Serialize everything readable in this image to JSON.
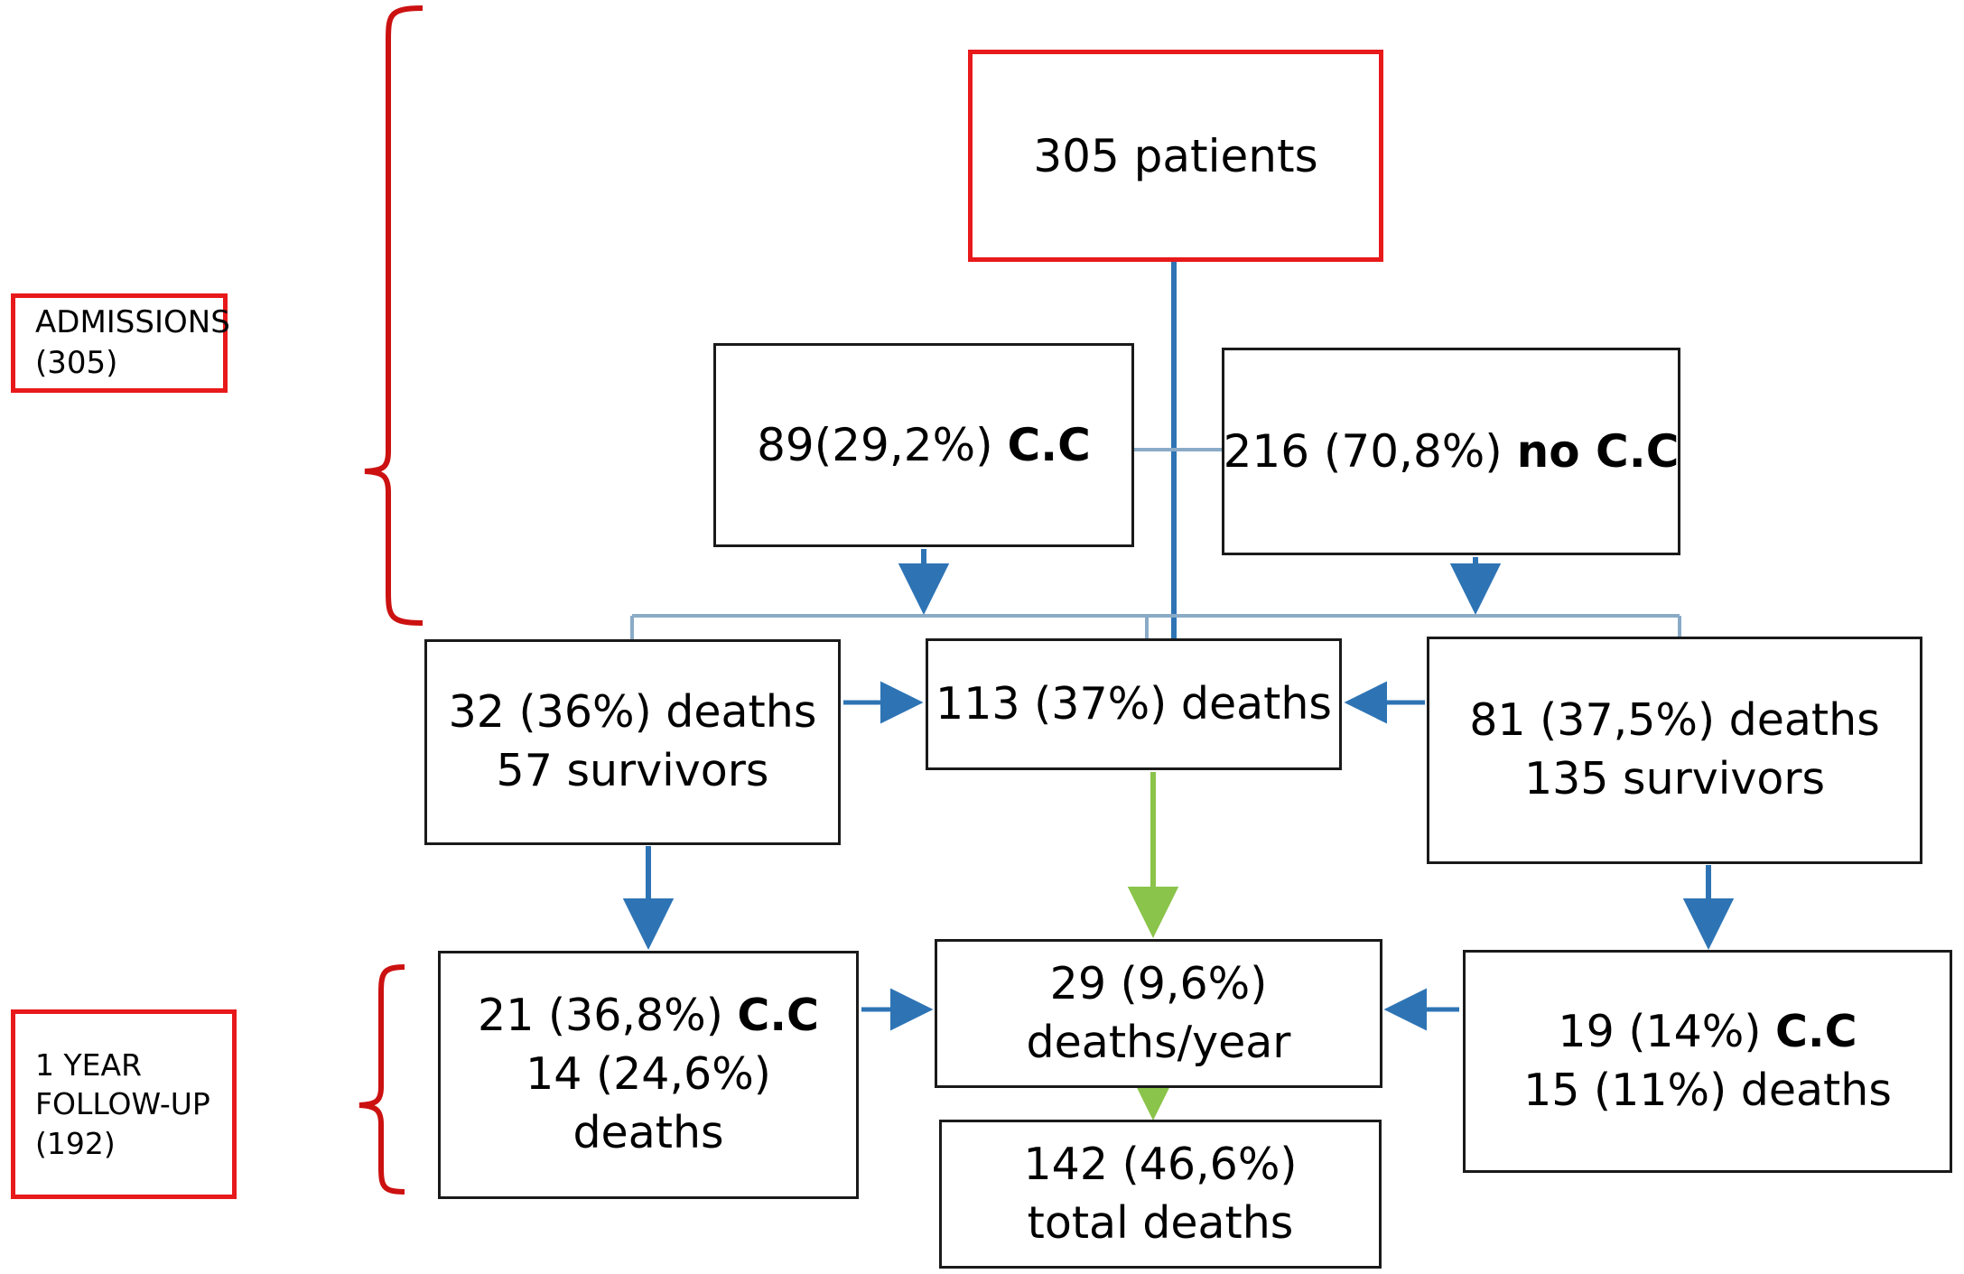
{
  "diagram": {
    "title_flow": "Patient admission and 1-year follow-up flow",
    "colors": {
      "box_border": "#1a1a1a",
      "group_border": "#e8191b",
      "brace": "#e8191b",
      "arrow_blue": "#2e74b5",
      "connector_blue": "#8aabc7",
      "arrow_green": "#8ac44a",
      "text": "#000000"
    },
    "group_labels": [
      {
        "id": "admissions",
        "lines": [
          "ADMISSIONS",
          "(305)"
        ]
      },
      {
        "id": "one-year-follow-up",
        "lines": [
          "1 YEAR",
          "FOLLOW-UP",
          "(192)"
        ]
      }
    ],
    "nodes": [
      {
        "id": "root",
        "lines": [
          {
            "text": "305 patients",
            "bold_tail": ""
          }
        ]
      },
      {
        "id": "cc",
        "lines": [
          {
            "text": "89(29,2%) ",
            "bold_tail": "C.C"
          }
        ]
      },
      {
        "id": "no-cc",
        "lines": [
          {
            "text": "216 (70,8%) ",
            "bold_tail": "no C.C"
          }
        ]
      },
      {
        "id": "cc-outcome",
        "lines": [
          {
            "text": "32 (36%) deaths",
            "bold_tail": ""
          },
          {
            "text": "57 survivors",
            "bold_tail": ""
          }
        ]
      },
      {
        "id": "all-deaths",
        "lines": [
          {
            "text": "113 (37%) deaths",
            "bold_tail": ""
          }
        ]
      },
      {
        "id": "no-cc-outcome",
        "lines": [
          {
            "text": "81 (37,5%) deaths",
            "bold_tail": ""
          },
          {
            "text": "135 survivors",
            "bold_tail": ""
          }
        ]
      },
      {
        "id": "fu-cc",
        "lines": [
          {
            "text": "21 (36,8%) ",
            "bold_tail": "C.C"
          },
          {
            "text": "14 (24,6%)",
            "bold_tail": ""
          },
          {
            "text": "deaths",
            "bold_tail": ""
          }
        ]
      },
      {
        "id": "fu-year",
        "lines": [
          {
            "text": "29 (9,6%)",
            "bold_tail": ""
          },
          {
            "text": "deaths/year",
            "bold_tail": ""
          }
        ]
      },
      {
        "id": "fu-total",
        "lines": [
          {
            "text": "142 (46,6%)",
            "bold_tail": ""
          },
          {
            "text": "total deaths",
            "bold_tail": ""
          }
        ]
      },
      {
        "id": "fu-no-cc",
        "lines": [
          {
            "text": "19 (14%) ",
            "bold_tail": "C.C"
          },
          {
            "text": "15 (11%) deaths",
            "bold_tail": ""
          }
        ]
      }
    ]
  },
  "chart_data": {
    "type": "diagram",
    "title": "Patient flow: admissions (305) and 1-year follow-up (192)",
    "nodes": [
      {
        "id": "root",
        "label": "305 patients",
        "value": 305
      },
      {
        "id": "cc",
        "label": "89(29,2%) C.C",
        "value": 89,
        "percent": 29.2
      },
      {
        "id": "no-cc",
        "label": "216 (70,8%) no C.C",
        "value": 216,
        "percent": 70.8
      },
      {
        "id": "cc-outcome",
        "label": "32 (36%) deaths / 57 survivors",
        "deaths": 32,
        "deaths_percent": 36,
        "survivors": 57
      },
      {
        "id": "all-deaths",
        "label": "113 (37%) deaths",
        "deaths": 113,
        "deaths_percent": 37
      },
      {
        "id": "no-cc-outcome",
        "label": "81 (37,5%) deaths / 135 survivors",
        "deaths": 81,
        "deaths_percent": 37.5,
        "survivors": 135
      },
      {
        "id": "fu-cc",
        "label": "21 (36,8%) C.C / 14 (24,6%) deaths",
        "cc": 21,
        "cc_percent": 36.8,
        "deaths": 14,
        "deaths_percent": 24.6
      },
      {
        "id": "fu-year",
        "label": "29 (9,6%) deaths/year",
        "deaths": 29,
        "percent": 9.6
      },
      {
        "id": "fu-total",
        "label": "142 (46,6%) total deaths",
        "deaths": 142,
        "percent": 46.6
      },
      {
        "id": "fu-no-cc",
        "label": "19 (14%) C.C / 15 (11%) deaths",
        "cc": 19,
        "cc_percent": 14,
        "deaths": 15,
        "deaths_percent": 11
      }
    ],
    "edges": [
      {
        "from": "root",
        "to": "all-deaths",
        "color": "#2e74b5"
      },
      {
        "from": "cc",
        "to": "no-cc",
        "color": "#8aabc7"
      },
      {
        "from": "cc",
        "to": "cc-outcome",
        "color": "#2e74b5"
      },
      {
        "from": "no-cc",
        "to": "no-cc-outcome",
        "color": "#2e74b5"
      },
      {
        "from": "cc-outcome",
        "to": "all-deaths",
        "color": "#2e74b5"
      },
      {
        "from": "no-cc-outcome",
        "to": "all-deaths",
        "color": "#2e74b5"
      },
      {
        "from": "cc-outcome",
        "to": "fu-cc",
        "color": "#2e74b5"
      },
      {
        "from": "no-cc-outcome",
        "to": "fu-no-cc",
        "color": "#2e74b5"
      },
      {
        "from": "all-deaths",
        "to": "fu-year",
        "color": "#8ac44a"
      },
      {
        "from": "fu-cc",
        "to": "fu-year",
        "color": "#2e74b5"
      },
      {
        "from": "fu-no-cc",
        "to": "fu-year",
        "color": "#2e74b5"
      },
      {
        "from": "fu-year",
        "to": "fu-total",
        "color": "#8ac44a"
      }
    ],
    "groups": [
      {
        "id": "admissions",
        "label": "ADMISSIONS (305)",
        "n": 305
      },
      {
        "id": "one-year-follow-up",
        "label": "1 YEAR FOLLOW-UP (192)",
        "n": 192
      }
    ]
  }
}
